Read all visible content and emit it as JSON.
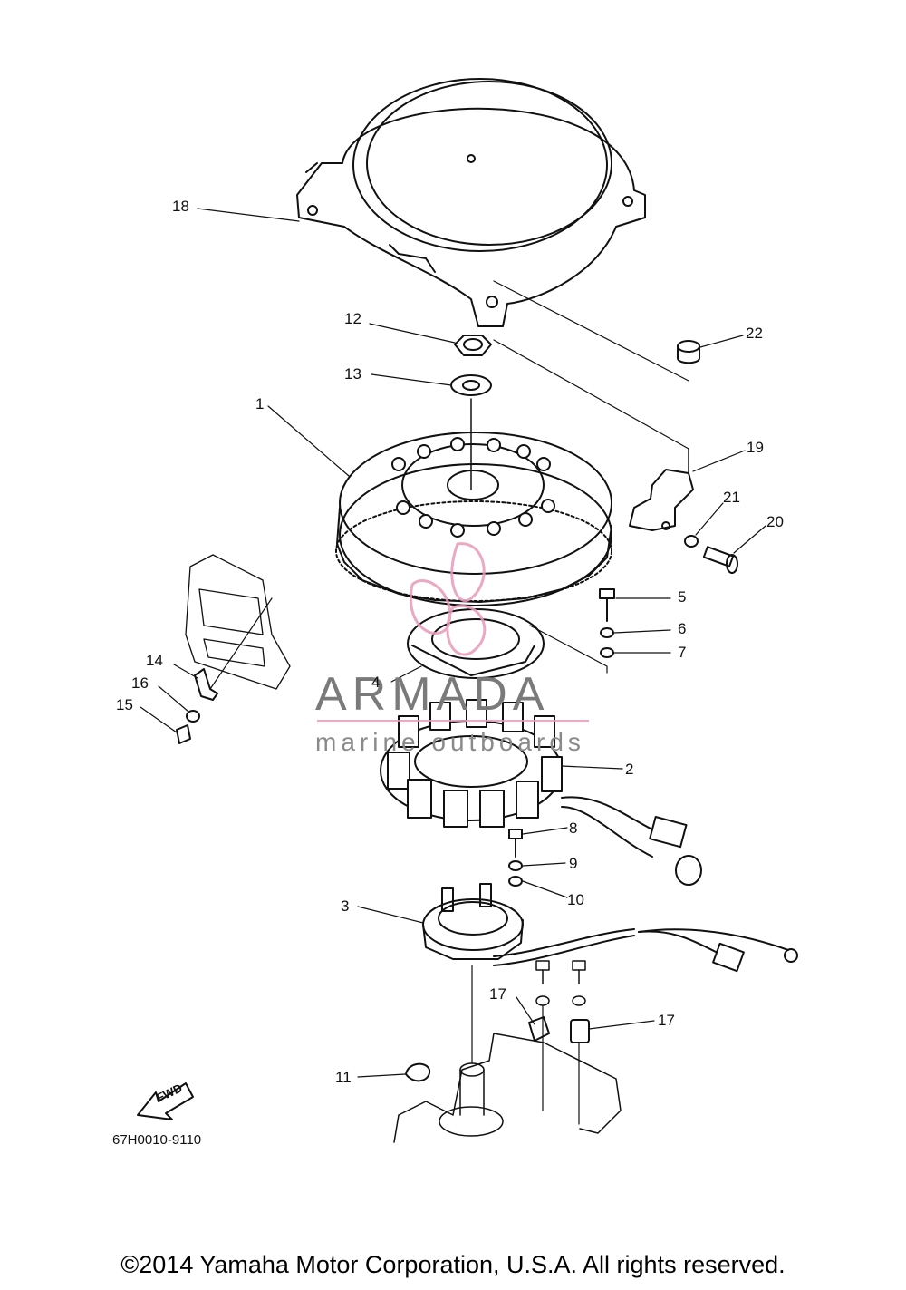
{
  "diagram": {
    "callouts": [
      "1",
      "2",
      "3",
      "4",
      "5",
      "6",
      "7",
      "8",
      "9",
      "10",
      "11",
      "12",
      "13",
      "14",
      "15",
      "16",
      "17",
      "17",
      "18",
      "19",
      "20",
      "21",
      "22"
    ],
    "part_code": "67H0010-9110",
    "fwd_label": "FWD",
    "watermark": {
      "brand": "ARMADA",
      "sub": "marine outboards",
      "color": "#e89ab8"
    },
    "copyright": "©2014 Yamaha Motor Corporation, U.S.A. All rights reserved."
  }
}
